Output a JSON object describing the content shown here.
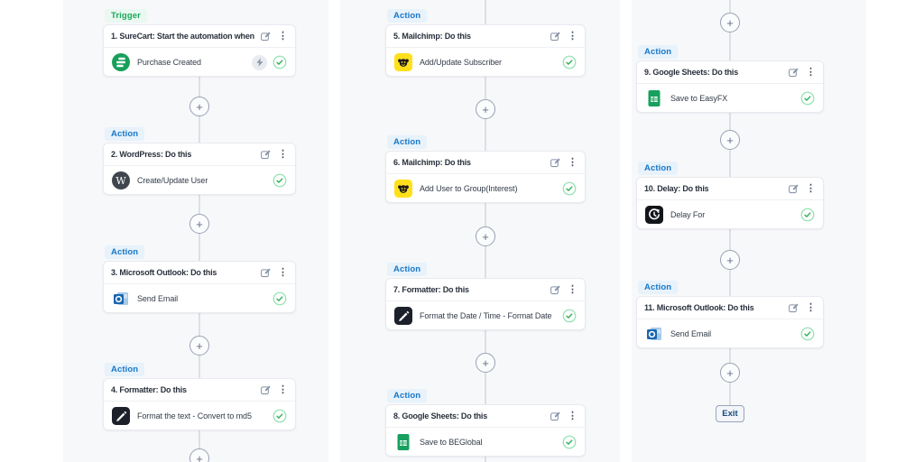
{
  "exit_label": "Exit",
  "steps": [
    {
      "badge": "Trigger",
      "title": "1. SureCart: Start the automation when",
      "task": "Purchase Created",
      "app": "SureCart"
    },
    {
      "badge": "Action",
      "title": "2. WordPress: Do this",
      "task": "Create/Update User",
      "app": "WordPress"
    },
    {
      "badge": "Action",
      "title": "3. Microsoft Outlook: Do this",
      "task": "Send Email",
      "app": "Microsoft Outlook"
    },
    {
      "badge": "Action",
      "title": "4. Formatter: Do this",
      "task": "Format the text - Convert to md5",
      "app": "Formatter"
    },
    {
      "badge": "Action",
      "title": "5. Mailchimp: Do this",
      "task": "Add/Update Subscriber",
      "app": "Mailchimp"
    },
    {
      "badge": "Action",
      "title": "6. Mailchimp: Do this",
      "task": "Add User to Group(Interest)",
      "app": "Mailchimp"
    },
    {
      "badge": "Action",
      "title": "7. Formatter: Do this",
      "task": "Format the Date / Time - Format Date",
      "app": "Formatter"
    },
    {
      "badge": "Action",
      "title": "8. Google Sheets: Do this",
      "task": "Save to BEGlobal",
      "app": "Google Sheets"
    },
    {
      "badge": "Action",
      "title": "9. Google Sheets: Do this",
      "task": "Save to EasyFX",
      "app": "Google Sheets"
    },
    {
      "badge": "Action",
      "title": "10. Delay: Do this",
      "task": "Delay For",
      "app": "Delay"
    },
    {
      "badge": "Action",
      "title": "11. Microsoft Outlook: Do this",
      "task": "Send Email",
      "app": "Microsoft Outlook"
    }
  ],
  "icons": {
    "plus": "add-step circle with plus glyph",
    "edit": "note-with-pencil edit icon",
    "kebab": "vertical three-dot menu",
    "check": "green circled checkmark status",
    "bolt": "gray circled lightning test-trigger icon"
  },
  "colors": {
    "trigger_green": "#1ca75a",
    "action_blue": "#1877c9",
    "panel_bg": "#f7f8fa",
    "surecart_green": "#17a05a",
    "wordpress_dark": "#40464d",
    "outlook_blue": "#1a66b0",
    "formatter_black": "#1b202b",
    "mailchimp_yellow": "#ffe01b",
    "sheets_green": "#17a05e",
    "delay_black": "#12151a",
    "check_green": "#27ae4e"
  }
}
